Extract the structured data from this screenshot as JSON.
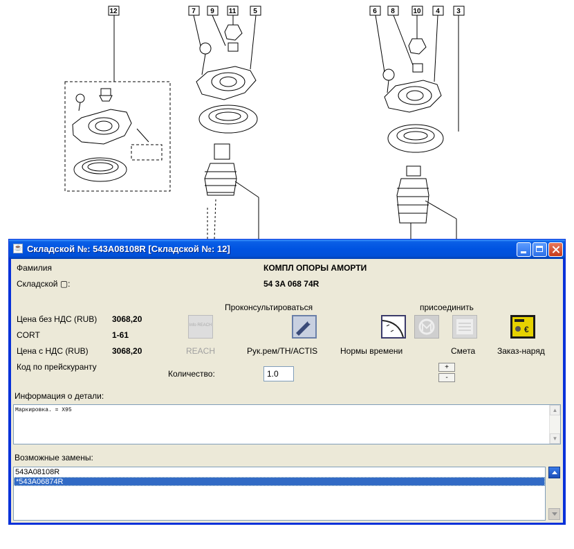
{
  "diagram": {
    "callouts": [
      "12",
      "7",
      "9",
      "11",
      "5",
      "6",
      "8",
      "10",
      "4",
      "3"
    ]
  },
  "window": {
    "title": "Складской №: 543A08108R [Складской №: 12]"
  },
  "part": {
    "family_label": "Фамилия",
    "family_value": "КОМПЛ ОПОРЫ АМОРТИ",
    "stock_label": "Складской ▢:",
    "stock_value": "54 3A 068 74R"
  },
  "headers": {
    "consult": "Проконсультироваться",
    "attach": "присоединить"
  },
  "prices": {
    "price_no_vat_label": "Цена без НДС (RUB)",
    "price_no_vat_value": "3068,20",
    "cort_label": "CORT",
    "cort_value": "1-61",
    "price_vat_label": "Цена с НДС (RUB)",
    "price_vat_value": "3068,20",
    "pricelist_code_label": "Код по прейскуранту"
  },
  "actions": {
    "reach_icon_text": "Info REACH",
    "reach_label": "REACH",
    "manual_label": "Рук.рем/TH/ACTIS",
    "labor_label": "Нормы времени",
    "estimate_label": "Смета",
    "order_label": "Заказ-наряд"
  },
  "quantity": {
    "label": "Количество:",
    "value": "1.0",
    "plus": "+",
    "minus": "-"
  },
  "info": {
    "label": "Информация о детали:",
    "text": "Маркировка. = X95"
  },
  "replacements": {
    "label": "Возможные замены:",
    "items": [
      "543A08108R",
      "*543A06874R"
    ],
    "selected_index": 1
  },
  "colors": {
    "titlebar": "#0054e3",
    "panel": "#ece9d8",
    "selection": "#316ac5"
  }
}
